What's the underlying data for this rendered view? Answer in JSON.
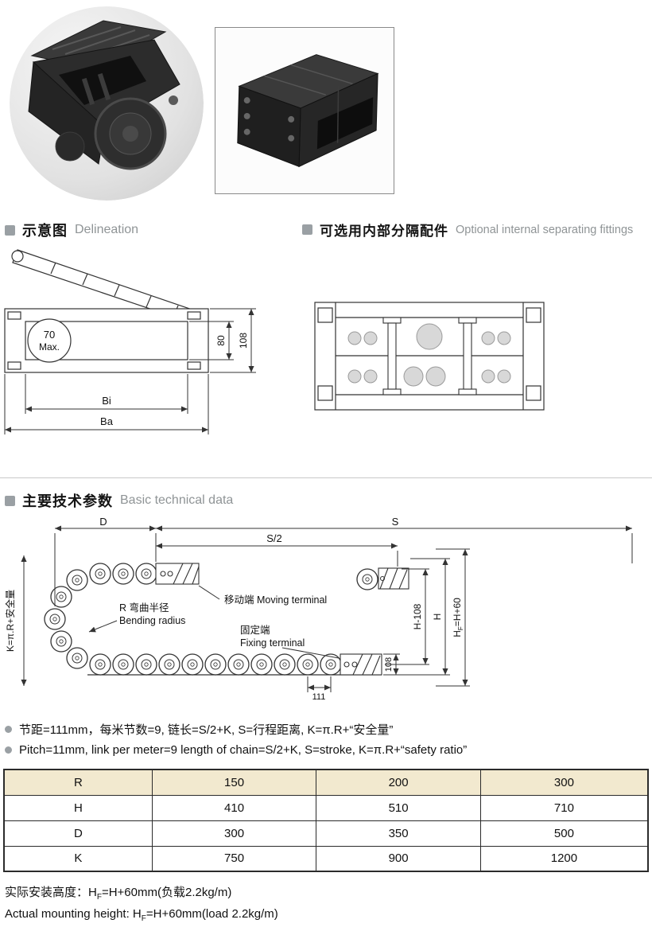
{
  "photos": {
    "closeup": "cable-drag-chain-closeup-photo",
    "assembly": "cable-drag-chain-assembly-photo"
  },
  "sections": {
    "delineation": {
      "cn": "示意图",
      "en": "Delineation"
    },
    "separating": {
      "cn": "可选用内部分隔配件",
      "en": "Optional internal separating fittings"
    },
    "technical": {
      "cn": "主要技术参数",
      "en": "Basic technical data"
    }
  },
  "delineation_diagram": {
    "max_line1": "70",
    "max_line2": "Max.",
    "dim_inner_height": "80",
    "dim_outer_height": "108",
    "dim_inner_width": "Bi",
    "dim_outer_width": "Ba"
  },
  "technical_diagram": {
    "dim_d": "D",
    "dim_s": "S",
    "dim_s2": "S/2",
    "moving_terminal": "移动端 Moving terminal",
    "bending_radius_cn": "R 弯曲半径",
    "bending_radius_en": "Bending radius",
    "fixing_terminal_cn": "固定端",
    "fixing_terminal_en": "Fixing terminal",
    "k_formula": "K=π.R+安全量",
    "dim_h108": "H-108",
    "dim_h": "H",
    "dim_hf_pre": "H",
    "dim_hf_sub": "F",
    "dim_hf_post": "=H+60",
    "dim_108": "108",
    "dim_111": "111"
  },
  "notes": {
    "cn": "节距=111mm，每米节数=9, 链长=S/2+K, S=行程距离, K=π.R+“安全量”",
    "en": "Pitch=11mm, link per meter=9 length of chain=S/2+K, S=stroke, K=π.R+“safety ratio”"
  },
  "table": {
    "rows": [
      {
        "label": "R",
        "values": [
          "150",
          "200",
          "300"
        ]
      },
      {
        "label": "H",
        "values": [
          "410",
          "510",
          "710"
        ]
      },
      {
        "label": "D",
        "values": [
          "300",
          "350",
          "500"
        ]
      },
      {
        "label": "K",
        "values": [
          "750",
          "900",
          "1200"
        ]
      }
    ]
  },
  "footer": {
    "cn_pre": "实际安装高度：H",
    "sub": "F",
    "cn_post": "=H+60mm(负载2.2kg/m)",
    "en_pre": "Actual mounting height: H",
    "en_post": "=H+60mm(load 2.2kg/m)"
  },
  "colors": {
    "accent_gray": "#9aa0a4",
    "table_header_bg": "#f2e9cf"
  }
}
